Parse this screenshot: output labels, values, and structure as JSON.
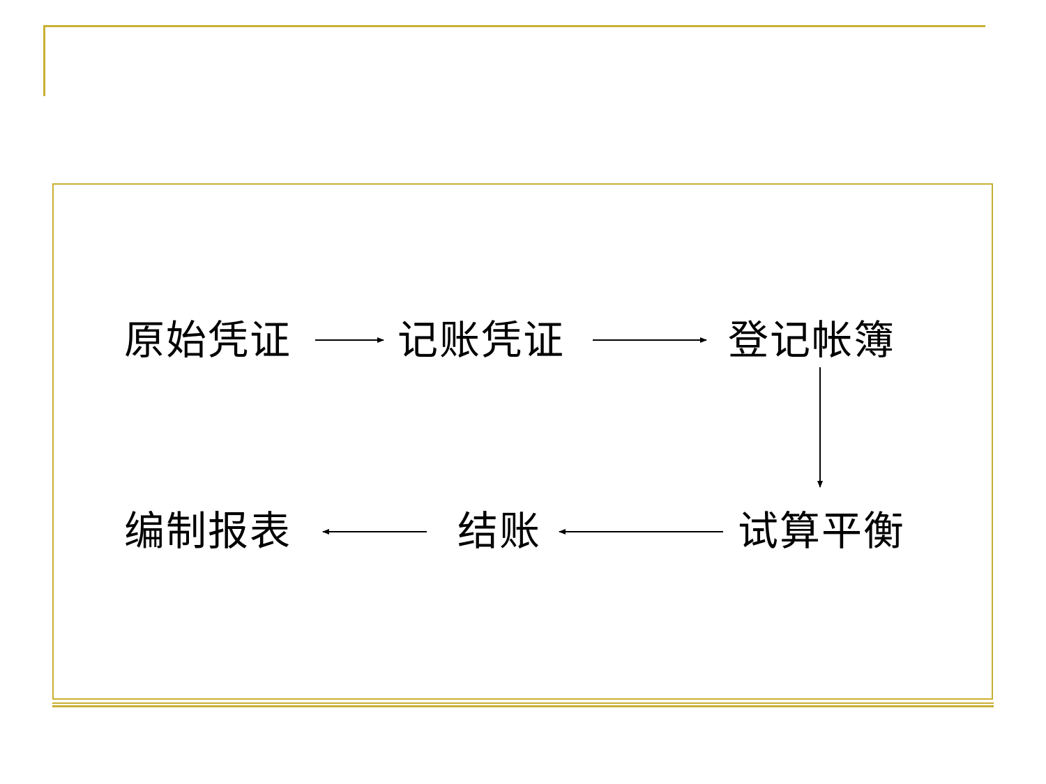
{
  "flow": {
    "nodes": {
      "original_voucher": "原始凭证",
      "accounting_voucher": "记账凭证",
      "ledger_posting": "登记帐簿",
      "trial_balance": "试算平衡",
      "closing": "结账",
      "prepare_reports": "编制报表"
    }
  },
  "colors": {
    "accent": "#c8b032",
    "text": "#000000",
    "background": "#ffffff"
  }
}
